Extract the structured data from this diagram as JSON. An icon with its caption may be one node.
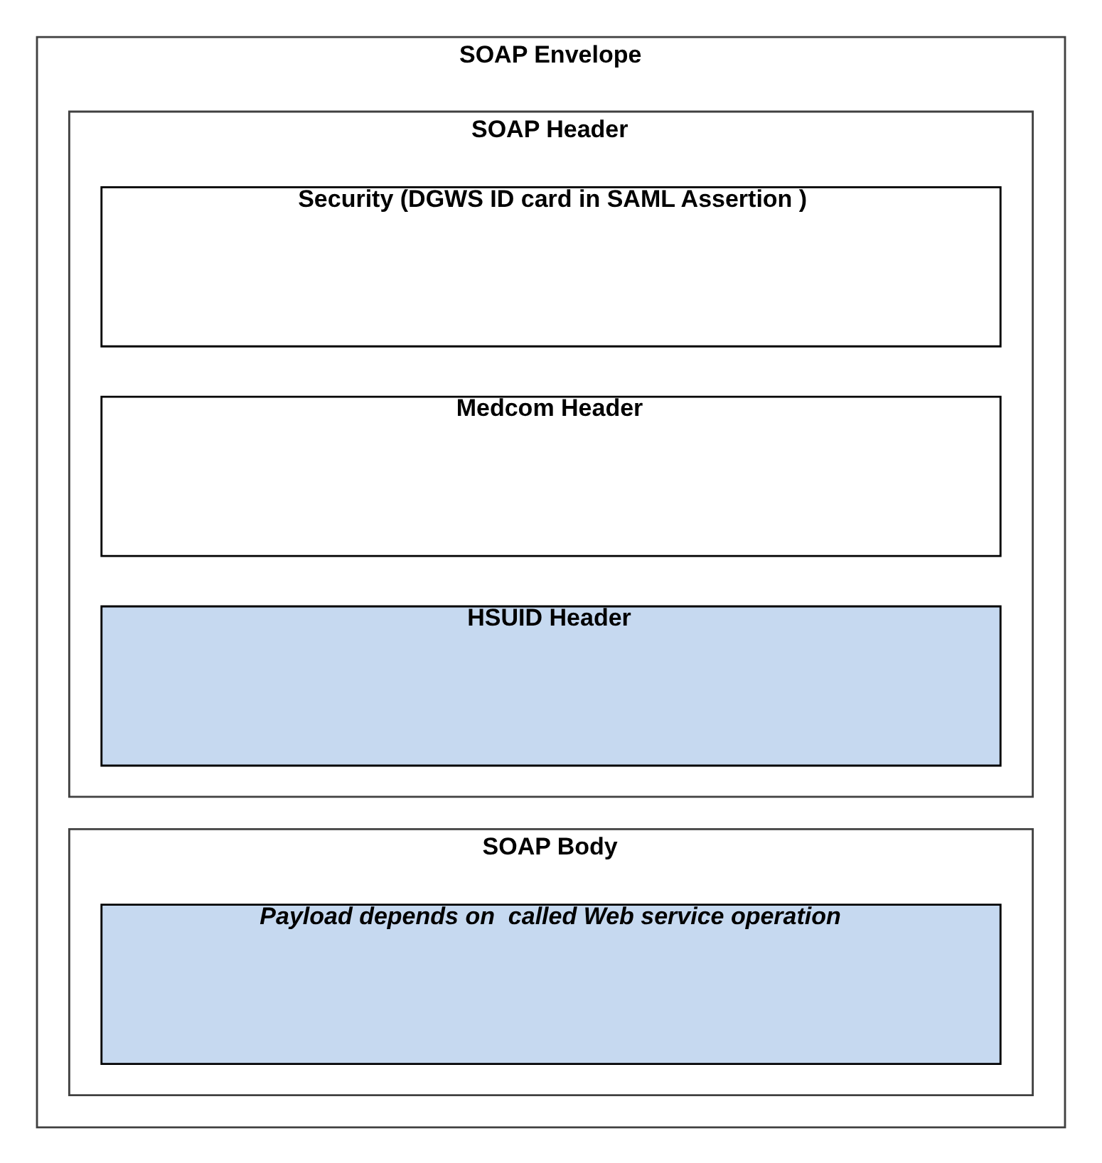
{
  "diagram": {
    "nodes": [
      {
        "text": [
          "SOAP Envelope"
        ]
      },
      {
        "text": [
          "SOAP Header"
        ],
        "in": 0
      },
      {
        "text": [
          "Security (DGWS ID card in SAML Assertion )"
        ],
        "in": 1
      },
      {
        "text": [
          "Medcom Header"
        ],
        "in": 1
      },
      {
        "text": [
          "HSUID Header"
        ],
        "in": 1
      },
      {
        "text": [
          "SOAP Body"
        ],
        "in": 0
      },
      {
        "text": [
          "Payload depends on  called Web service operation"
        ],
        "in": 5
      }
    ]
  }
}
